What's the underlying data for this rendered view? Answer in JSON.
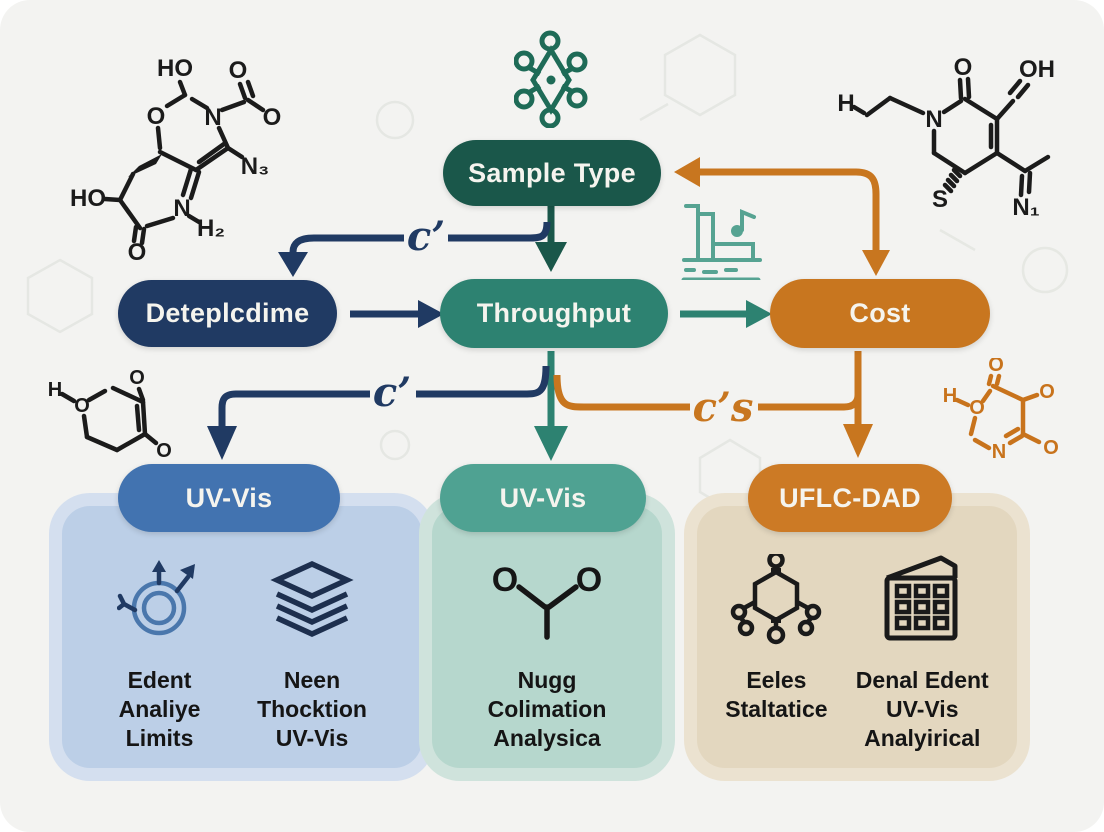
{
  "diagram": {
    "nodes": {
      "sample_type": "Sample Type",
      "detection": "Deteplcdime",
      "throughput": "Throughput",
      "cost": "Cost",
      "uvvis_blue": "UV-Vis",
      "uvvis_teal": "UV-Vis",
      "uflc_dad": "UFLC-DAD"
    },
    "connector_glyphs": {
      "top_navy": "c’",
      "mid_navy": "c’",
      "mid_orange": "c’s"
    },
    "colors": {
      "dark_green": "#1a574a",
      "navy": "#203a63",
      "teal": "#2d8271",
      "orange": "#c8761f",
      "blue": "#4273b0",
      "teal_light": "#4fa292",
      "orange_deep": "#cc7a25",
      "panel_blue": "#bccfe7",
      "panel_teal": "#b6d7cd",
      "panel_tan": "#e3d7bf"
    }
  },
  "panels": [
    {
      "items": [
        {
          "icon": "target-arrows-icon",
          "lines": [
            "Edent",
            "Analiye",
            "Limits"
          ]
        },
        {
          "icon": "layers-icon",
          "lines": [
            "Neen",
            "Thocktion",
            "UV-Vis"
          ]
        }
      ]
    },
    {
      "items": [
        {
          "icon": "y-molecule-icon",
          "lines": [
            "Nugg",
            "Colimation",
            "Analysica"
          ]
        }
      ]
    },
    {
      "items": [
        {
          "icon": "hexagon-molecule-icon",
          "lines": [
            "Eeles",
            "Staltatice"
          ]
        },
        {
          "icon": "grid-calendar-icon",
          "lines": [
            "Denal Edent",
            "UV-Vis",
            "Analyirical"
          ]
        }
      ]
    }
  ],
  "structures": {
    "top_left": {
      "ho_top": "HO",
      "o_carboxyl_top": "O",
      "o_ring": "O",
      "n_ring": "N",
      "o_carboxyl_right": "O",
      "n_azide": "N₃",
      "n_bottom": "N",
      "h_sub": "H₂",
      "ho_left": "HO",
      "o_ketone": "O"
    },
    "top_right": {
      "o_top": "O",
      "oh": "OH",
      "h": "H",
      "n_ring": "N",
      "s": "S",
      "n_imine": "N₁"
    },
    "mid_left": {
      "h": "H",
      "o_ring": "O",
      "o_top": "O",
      "o_bottom": "O"
    },
    "mid_right": {
      "h": "H",
      "o_ring": "O",
      "o_top": "O",
      "o_right": "O",
      "o_bottom": "O",
      "n": "N"
    }
  }
}
